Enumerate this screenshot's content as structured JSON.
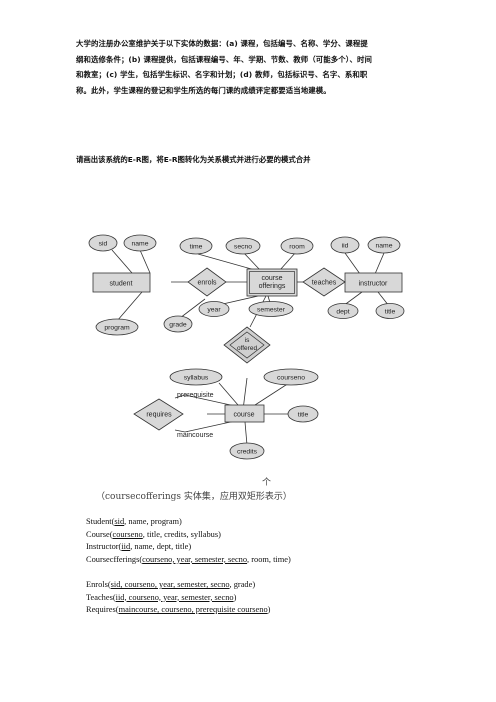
{
  "problem_lines": [
    "大学的注册办公室维护关于以下实体的数据：(a) 课程，包括编号、名称、学分、课程提",
    "纲和选修条件；(b) 课程提供，包括课程编号、年、学期、节数、教师（可能多个）、时间",
    "和教室；(c) 学生，包括学生标识、名字和计划；(d) 教师，包括标识号、名字、系和职",
    "称。此外，学生课程的登记和学生所选的每门课的成绩评定都要适当地建模。"
  ],
  "task": "请画出该系统的E-R图，将E-R图转化为关系模式并进行必要的模式合并",
  "er": {
    "entities": {
      "student": "student",
      "course_offerings": [
        "course",
        "offerings"
      ],
      "instructor": "instructor",
      "course": "course"
    },
    "relationships": {
      "enrols": "enrols",
      "teaches": "teaches",
      "is_offered": [
        "is",
        "offered"
      ],
      "requires": "requires"
    },
    "attributes": {
      "sid": "sid",
      "name_student": "name",
      "program": "program",
      "grade": "grade",
      "time": "time",
      "secno": "secno",
      "room": "room",
      "year": "year",
      "semester": "semester",
      "iid": "iid",
      "name_instructor": "name",
      "dept": "dept",
      "title_instructor": "title",
      "syllabus": "syllabus",
      "courseno": "courseno",
      "title_course": "title",
      "credits": "credits"
    },
    "role_labels": {
      "prerequisite": "prerequisite",
      "maincourse": "maincourse"
    }
  },
  "caption_line1": "个",
  "caption_line2": "（coursecofferings 实体集，应用双矩形表示）",
  "schema_lines": [
    [
      {
        "t": "Student(",
        "u": false
      },
      {
        "t": "sid",
        "u": true
      },
      {
        "t": ", name, program)",
        "u": false
      }
    ],
    [
      {
        "t": "Course(",
        "u": false
      },
      {
        "t": "courseno",
        "u": true
      },
      {
        "t": ", title, credits, syllabus)",
        "u": false
      }
    ],
    [
      {
        "t": "Instructor(",
        "u": false
      },
      {
        "t": "iid",
        "u": true
      },
      {
        "t": ", name, dept, title)",
        "u": false
      }
    ],
    [
      {
        "t": "Coursecfferings(",
        "u": false
      },
      {
        "t": "courseno, year, semester, secno",
        "u": true
      },
      {
        "t": ", room, time)",
        "u": false
      }
    ],
    [],
    [
      {
        "t": "Enrols(",
        "u": false
      },
      {
        "t": "sid, courseno, year, semester, secno",
        "u": true
      },
      {
        "t": ", grade)",
        "u": false
      }
    ],
    [
      {
        "t": "Teaches(",
        "u": false
      },
      {
        "t": "iid, courseno, year, semester, secno",
        "u": true
      },
      {
        "t": ")",
        "u": false
      }
    ],
    [
      {
        "t": "Requires(",
        "u": false
      },
      {
        "t": "maincourse, courseno, prerequisite courseno",
        "u": true
      },
      {
        "t": ")",
        "u": false
      }
    ]
  ]
}
